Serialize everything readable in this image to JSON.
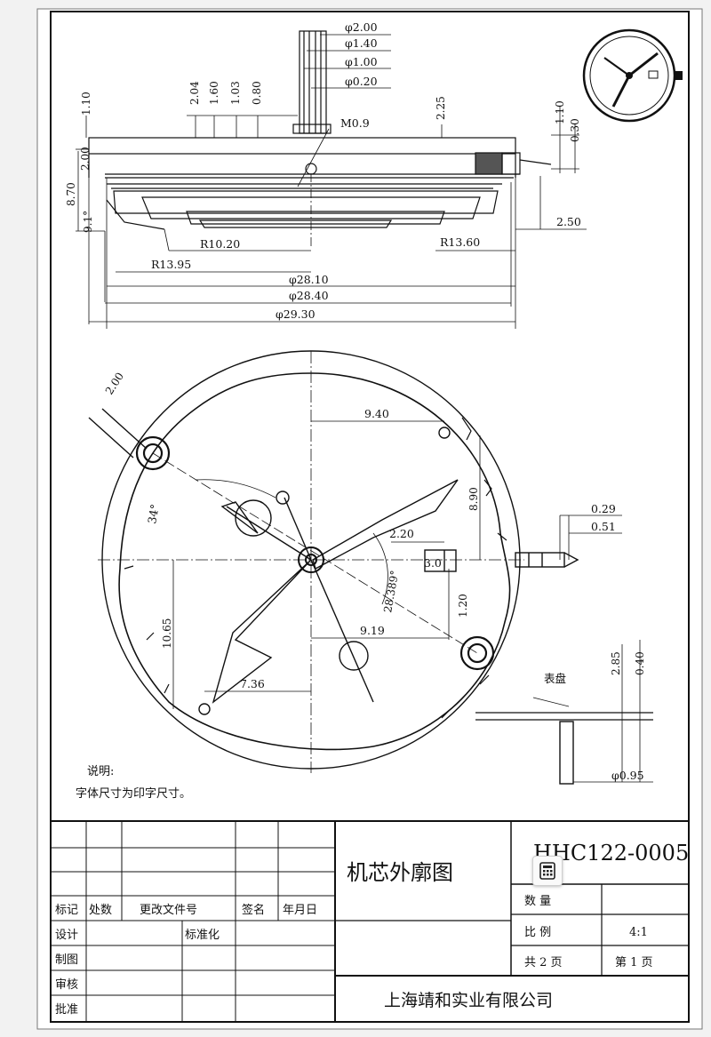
{
  "dims": {
    "d200": "φ2.00",
    "d140": "φ1.40",
    "d100": "φ1.00",
    "d020": "φ0.20",
    "h204": "2.04",
    "h160": "1.60",
    "h103": "1.03",
    "h080": "0.80",
    "h110l": "1.10",
    "h225": "2.25",
    "m09": "M0.9",
    "h110r": "1.10",
    "h030": "0.30",
    "h870": "8.70",
    "h200": "2.00",
    "a91": "9.1°",
    "d250": "2.50",
    "r1020": "R10.20",
    "r1360": "R13.60",
    "r1395": "R13.95",
    "d2810": "φ28.10",
    "d2840": "φ28.40",
    "d2930": "φ29.30",
    "d200b": "2.00",
    "d940": "9.40",
    "d890": "8.90",
    "a34": "34°",
    "d220": "2.20",
    "d30": "3.0",
    "a289": "28.389°",
    "d120": "1.20",
    "d919": "9.19",
    "d1065": "10.65",
    "d736": "7.36",
    "d029": "0.29",
    "d051": "0.51",
    "biaopan": "表盘",
    "d285": "2.85",
    "d040": "0.40",
    "d095": "φ0.95"
  },
  "notes": {
    "title": "说明:",
    "body": "字体尺寸为印字尺寸。"
  },
  "title_block": {
    "drawing_title": "机芯外廓图",
    "drawing_no": "HHC122-0005",
    "biaoji": "标记",
    "chushu": "处数",
    "wenjian": "更改文件号",
    "qianming": "签名",
    "nianyueri": "年月日",
    "sheji": "设计",
    "biaozhunhua": "标准化",
    "zhitu": "制图",
    "shenhe": "审核",
    "pizhun": "批准",
    "shuliang": "数      量",
    "bili": "比      例",
    "scale": "4:1",
    "gong": "共  2  页",
    "di": "第  1  页",
    "company": "上海靖和实业有限公司"
  }
}
